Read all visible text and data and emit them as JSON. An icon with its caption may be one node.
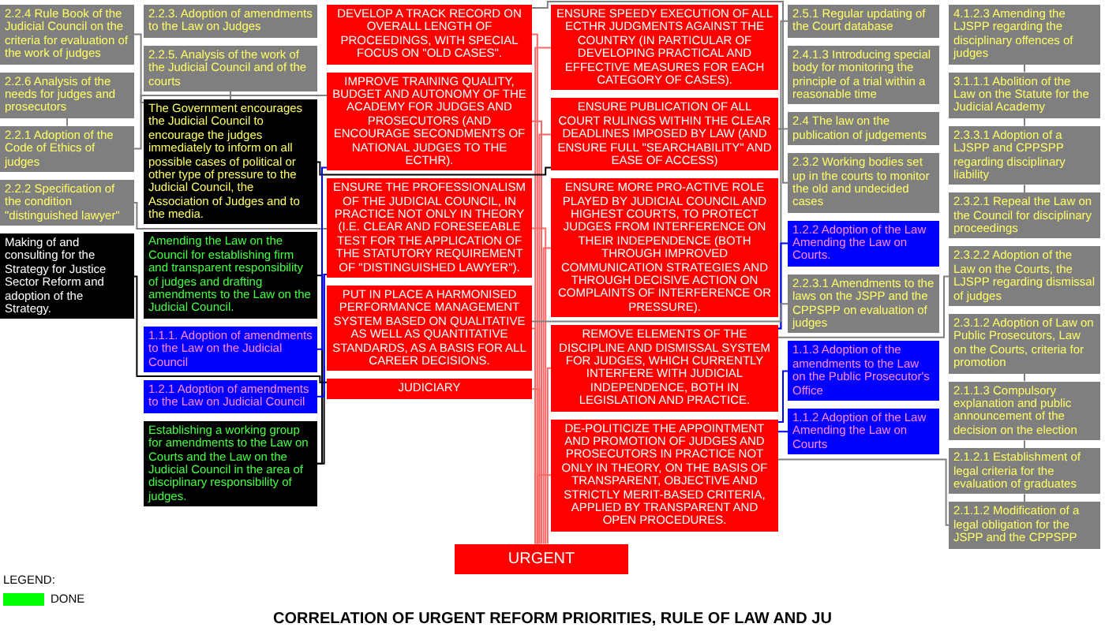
{
  "diagram": {
    "title": "CORRELATION OF URGENT REFORM PRIORITIES, RULE OF LAW AND JU",
    "nodes": [
      {
        "text": [
          "2.2.3. Adoption of amendments to the Law on Judges"
        ]
      },
      {
        "text": [
          "2.2.5. Analysis of the work of the Judicial Council and of the courts"
        ]
      },
      {
        "text": [
          "2.2.4 Rule Book of the Judicial Council on the criteria for evaluation of the work of judges"
        ]
      },
      {
        "text": [
          "ENSURE SPEEDY EXECUTION OF ALL ECTHR JUDGMENTS AGAINST THE COUNTRY (IN PARTICULAR OF DEVELOPING PRACTICAL AND EFFECTIVE MEASURES FOR EACH CATEGORY OF CASES)."
        ]
      },
      {
        "text": [
          "The Government encourages the Judicial Council to encourage the judges immediately to inform on all possible cases of political or other type of pressure to the Judicial Council, the Association of Judges and to the media."
        ]
      },
      {
        "text": [
          "2.5.1 Regular updating of the Court database"
        ]
      },
      {
        "text": [
          "4.1.2.3 Amending the LJSPP regarding the disciplinary offences of judges"
        ]
      },
      {
        "text": [
          "3.1.1.1 Abolition of the Law on the Statute for the Judicial Academy"
        ]
      },
      {
        "text": [
          "DEVELOP A TRACK RECORD ON OVERALL LENGTH OF PROCEEDINGS, WITH SPECIAL FOCUS ON \"OLD CASES\"."
        ]
      },
      {
        "text": [
          "2.3.2 Working bodies set up in the courts to monitor the old and undecided cases"
        ]
      },
      {
        "text": [
          "2.4.1.3 Introducing special body for monitoring the principle of a trial within a reasonable time"
        ]
      },
      {
        "text": [
          "2.4 The law on the publication of judgements"
        ]
      },
      {
        "text": [
          "ENSURE PUBLICATION OF ALL COURT RULINGS WITHIN THE CLEAR DEADLINES IMPOSED BY LAW (AND ENSURE FULL \"SEARCHABILITY\" AND EASE OF ACCESS)"
        ]
      },
      {
        "text": [
          "2.3.3.1 Adoption of a LJSPP and CPPSPP regarding disciplinary liability"
        ]
      },
      {
        "text": [
          "Amending the Law on the Council for establishing firm and transparent responsibility of judges and drafting amendments to the Law on the Judicial Council."
        ]
      },
      {
        "text": [
          "1.1.1. Adoption of amendments to the Law on the Judicial Council"
        ]
      },
      {
        "text": [
          "IMPROVE TRAINING QUALITY, BUDGET AND AUTONOMY OF THE ACADEMY FOR JUDGES AND PROSECUTORS (AND ENCOURAGE SECONDMENTS OF NATIONAL JUDGES TO THE ECTHR)."
        ]
      },
      {
        "text": [
          "2.2.6 Analysis of the needs for judges and prosecutors"
        ]
      },
      {
        "text": [
          "2.2.1 Adoption of the Code of Ethics of judges"
        ]
      },
      {
        "text": [
          "2.3.1.2 Adoption of Law on Public Prosecutors, Law on the Courts, criteria for promotion"
        ]
      },
      {
        "text": [
          "1.2.1 Adoption of amendments to the Law on Judicial Council"
        ]
      },
      {
        "text": [
          "Establishing a working group for amendments to the Law on Courts and the Law on the Judicial Council in the area of disciplinary responsibility of judges."
        ]
      },
      {
        "text": [
          "ENSURE MORE PRO-ACTIVE ROLE PLAYED BY JUDICIAL COUNCIL AND HIGHEST COURTS, TO PROTECT JUDGES FROM INTERFERENCE ON THEIR INDEPENDENCE (BOTH THROUGH IMPROVED COMMUNICATION STRATEGIES AND THROUGH DECISIVE ACTION ON COMPLAINTS OF INTERFERENCE OR PRESSURE)."
        ]
      },
      {
        "text": [
          "2.3.2.1 Repeal the Law on the Council for disciplinary proceedings"
        ]
      },
      {
        "text": [
          "ENSURE THE PROFESSIONALISM OF THE JUDICIAL COUNCIL, IN PRACTICE NOT ONLY IN THEORY (I.E. CLEAR AND FORESEEABLE TEST FOR THE APPLICATION OF THE STATUTORY REQUIREMENT OF \"DISTINGUISHED LAWYER\")."
        ]
      },
      {
        "text": [
          "2.3.2.2 Adoption of the Law on the Courts, the LJSPP regarding dismissal of judges"
        ]
      },
      {
        "text": [
          "2.1.1.3 Compulsory explanation and public announcement of the decision on the election"
        ]
      },
      {
        "text": [
          "2.2.2 Specification of the condition \"distinguished lawyer\""
        ]
      },
      {
        "text": [
          "1.2.2 Adoption of the Law Amending the Law on Courts."
        ]
      },
      {
        "text": [
          "1.1.3 Adoption of the amendments to the Law on the Public Prosecutor's Office"
        ]
      },
      {
        "text": [
          "REMOVE ELEMENTS OF THE DISCIPLINE AND DISMISSAL SYSTEM FOR JUDGES, WHICH CURRENTLY INTERFERE WITH JUDICIAL INDEPENDENCE, BOTH IN LEGISLATION AND PRACTICE."
        ]
      },
      {
        "text": [
          "1.1.2 Adoption of the Law Amending the Law on Courts"
        ]
      },
      {
        "text": [
          "2.1.2.1 Establishment of legal criteria for the evaluation of graduates"
        ]
      },
      {
        "text": [
          "PUT IN PLACE A HARMONISED PERFORMANCE MANAGEMENT SYSTEM BASED ON QUALITATIVE AS WELL AS QUANTITATIVE STANDARDS, AS A BASIS FOR ALL CAREER DECISIONS."
        ]
      },
      {
        "text": [
          "2.2.3.1 Amendments to the laws on the JSPP and the CPPSPP on evaluation of judges"
        ]
      },
      {
        "text": [
          "2.1.1.2 Modification of a legal obligation for the JSPP and the CPPSPP"
        ]
      },
      {
        "text": [
          "DE-POLITICIZE THE APPOINTMENT AND PROMOTION OF JUDGES AND PROSECUTORS IN PRACTICE NOT ONLY IN THEORY, ON THE BASIS OF TRANSPARENT, OBJECTIVE AND STRICTLY MERIT-BASED CRITERIA, APPLIED BY TRANSPARENT AND OPEN PROCEDURES."
        ]
      },
      {
        "text": [
          "Making of and consulting for the Strategy for Justice Sector Reform and adoption of the Strategy."
        ]
      },
      {
        "text": [
          "JUDICIARY"
        ]
      },
      {
        "text": [
          "URGENT"
        ]
      }
    ],
    "edges": [
      {
        "from": 3,
        "to": 39,
        "arrow": "none",
        "color": "#ff6666"
      },
      {
        "from": 8,
        "to": 39,
        "arrow": "none",
        "color": "#ff6666"
      },
      {
        "from": 12,
        "to": 39,
        "arrow": "none",
        "color": "#ff6666"
      },
      {
        "from": 16,
        "to": 39,
        "arrow": "none",
        "color": "#ff6666"
      },
      {
        "from": 22,
        "to": 39,
        "arrow": "none",
        "color": "#ff6666"
      },
      {
        "from": 24,
        "to": 39,
        "arrow": "none",
        "color": "#ff6666"
      },
      {
        "from": 30,
        "to": 39,
        "arrow": "none",
        "color": "#ff6666"
      },
      {
        "from": 33,
        "to": 39,
        "arrow": "none",
        "color": "#ff6666"
      },
      {
        "from": 36,
        "to": 39,
        "arrow": "none",
        "color": "#ff6666"
      },
      {
        "from": 38,
        "to": 39,
        "arrow": "none",
        "color": "#ff6666"
      },
      {
        "from": 1,
        "to": 4,
        "arrow": "none"
      },
      {
        "from": 2,
        "to": 4,
        "arrow": "none"
      },
      {
        "from": 4,
        "to": 12,
        "arrow": "none",
        "color": "#000000"
      },
      {
        "from": 9,
        "to": 8,
        "arrow": "none"
      },
      {
        "from": 11,
        "to": 12,
        "arrow": "none"
      },
      {
        "from": 5,
        "to": 30,
        "arrow": "none"
      },
      {
        "from": 6,
        "to": 7,
        "arrow": "none"
      },
      {
        "from": 7,
        "to": 13,
        "arrow": "none"
      },
      {
        "from": 13,
        "to": 23,
        "arrow": "none"
      },
      {
        "from": 14,
        "to": 21,
        "arrow": "none",
        "color": "#000000"
      },
      {
        "from": 21,
        "to": 24,
        "arrow": "none",
        "color": "#000000"
      },
      {
        "from": 37,
        "to": 38,
        "arrow": "none",
        "color": "#000000"
      },
      {
        "from": 17,
        "to": 18,
        "arrow": "none"
      },
      {
        "from": 18,
        "to": 16,
        "arrow": "none"
      },
      {
        "from": 27,
        "to": 24,
        "arrow": "none"
      },
      {
        "from": 15,
        "to": 16,
        "arrow": "none",
        "color": "#0000ff"
      },
      {
        "from": 20,
        "to": 24,
        "arrow": "none",
        "color": "#0000ff"
      },
      {
        "from": 28,
        "to": 30,
        "arrow": "none",
        "color": "#0000ff"
      },
      {
        "from": 29,
        "to": 36,
        "arrow": "none",
        "color": "#0000ff"
      },
      {
        "from": 31,
        "to": 36,
        "arrow": "none",
        "color": "#0000ff"
      },
      {
        "from": 34,
        "to": 33,
        "arrow": "none"
      },
      {
        "from": 25,
        "to": 30,
        "arrow": "none"
      },
      {
        "from": 19,
        "to": 26,
        "arrow": "none"
      },
      {
        "from": 26,
        "to": 32,
        "arrow": "none"
      },
      {
        "from": 32,
        "to": 35,
        "arrow": "none"
      },
      {
        "from": 35,
        "to": 36,
        "arrow": "none"
      }
    ],
    "labels": [
      "LEGEND:"
    ],
    "legend": [
      {
        "text": "DONE",
        "color": "#00ff00"
      }
    ]
  }
}
